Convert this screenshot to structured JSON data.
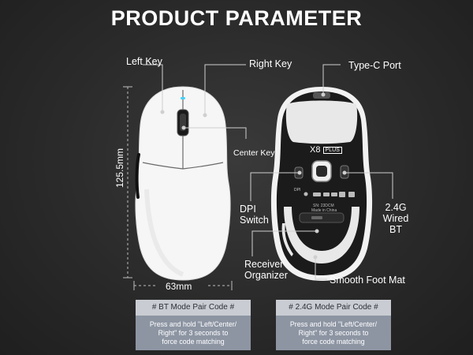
{
  "title": "PRODUCT PARAMETER",
  "labels": {
    "left_key": "Left Key",
    "right_key": "Right Key",
    "type_c_port": "Type-C Port",
    "center_key": "Center Key",
    "dpi_switch": "DPI\nSwitch",
    "receiver_organizer": "Receiver\nOrganizer",
    "smooth_foot_mat": "Smooth Foot Mat",
    "mode_switch": "2.4G\nWired\nBT"
  },
  "dimensions": {
    "height": "125.5mm",
    "width": "63mm"
  },
  "mouse_bottom": {
    "model": "X8",
    "model_badge": "PLUS",
    "dpi_label": "DPI",
    "made_in": "Made in China",
    "sn": "SN: 23DCM"
  },
  "pair_boxes": [
    {
      "header": "# BT Mode Pair Code #",
      "text": "Press and hold \"Left/Center/\nRight\" for 3 seconds to\nforce code matching"
    },
    {
      "header": "# 2.4G Mode Pair Code #",
      "text": "Press and hold \"Left/Center/\nRight\" for 3 seconds to\nforce code matching"
    }
  ],
  "colors": {
    "background": "#2a2a2a",
    "box_fill": "#8d95a3",
    "box_header": "#c9ccd2",
    "mouse_body": "#ffffff",
    "mouse_bottom": "#1b1b1b"
  }
}
